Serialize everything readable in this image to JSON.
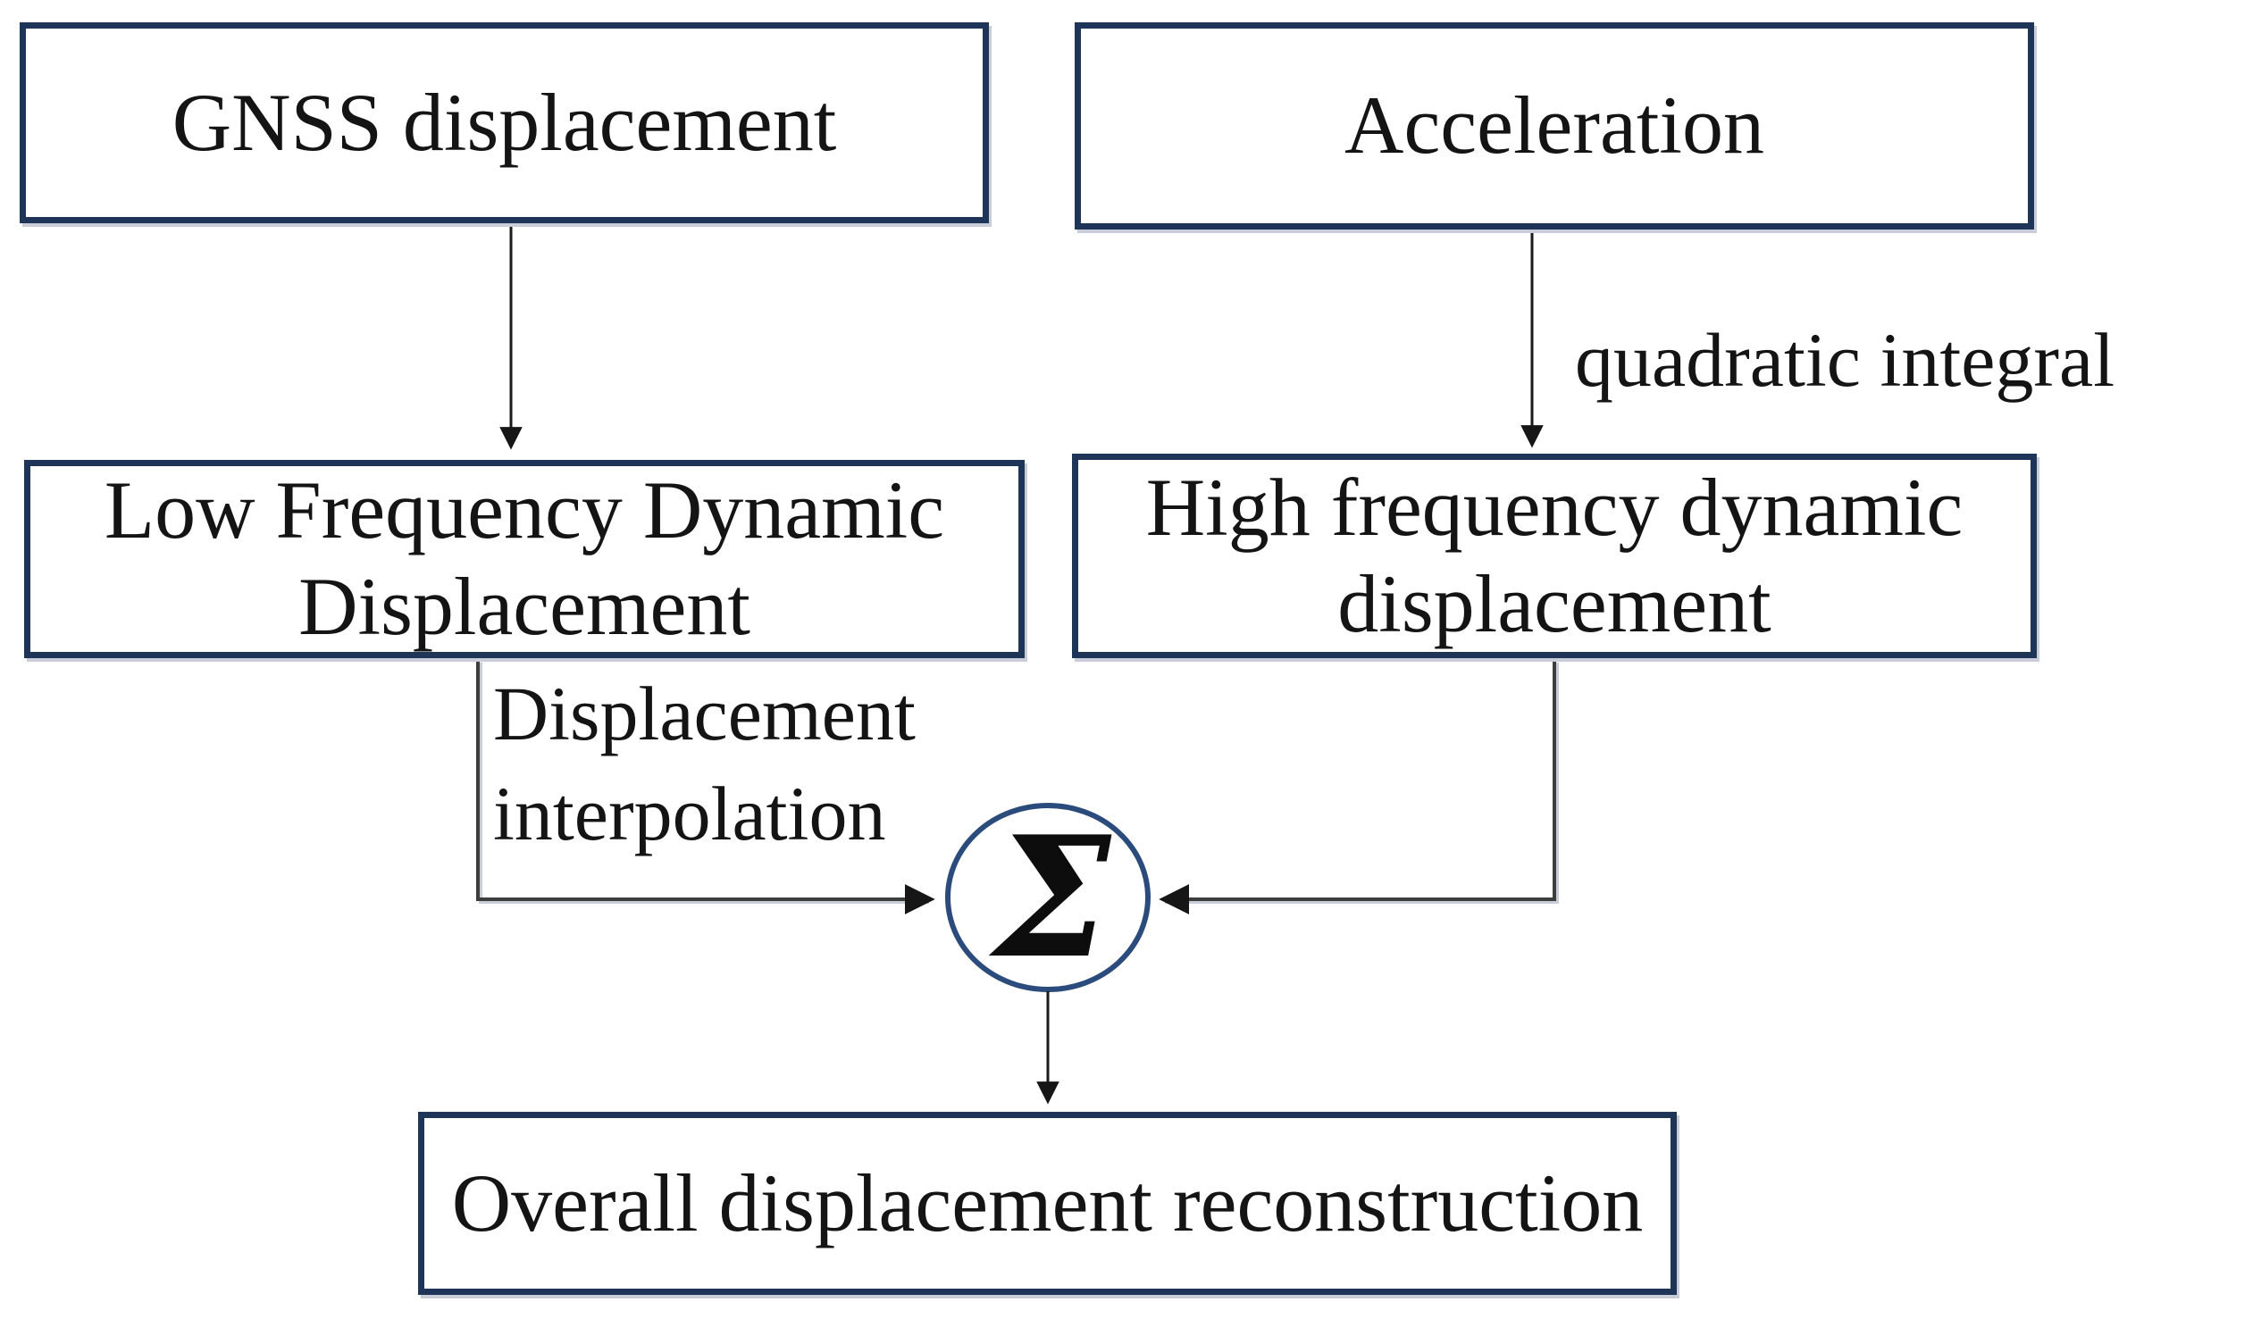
{
  "figure": {
    "type": "flowchart",
    "description": "Displacement reconstruction flowchart combining GNSS displacement and acceleration data"
  },
  "nodes": {
    "gnss": "GNSS displacement",
    "acceleration": "Acceleration",
    "low_freq": "Low Frequency Dynamic Displacement",
    "high_freq": "High frequency dynamic displacement",
    "sum": "Σ",
    "overall": "Overall displacement reconstruction"
  },
  "edges": [
    {
      "from": "gnss",
      "to": "low_freq",
      "label": ""
    },
    {
      "from": "acceleration",
      "to": "high_freq",
      "label": "quadratic integral"
    },
    {
      "from": "low_freq",
      "to": "sum",
      "label": "Displacement interpolation"
    },
    {
      "from": "high_freq",
      "to": "sum",
      "label": ""
    },
    {
      "from": "sum",
      "to": "overall",
      "label": ""
    }
  ],
  "colors": {
    "box_border": "#1f3557",
    "circle_border": "#2b4b7c",
    "line": "#3d3d3d",
    "arrow": "#161616",
    "text": "#141414",
    "background": "#ffffff",
    "shadow": "#c9cdd7"
  }
}
